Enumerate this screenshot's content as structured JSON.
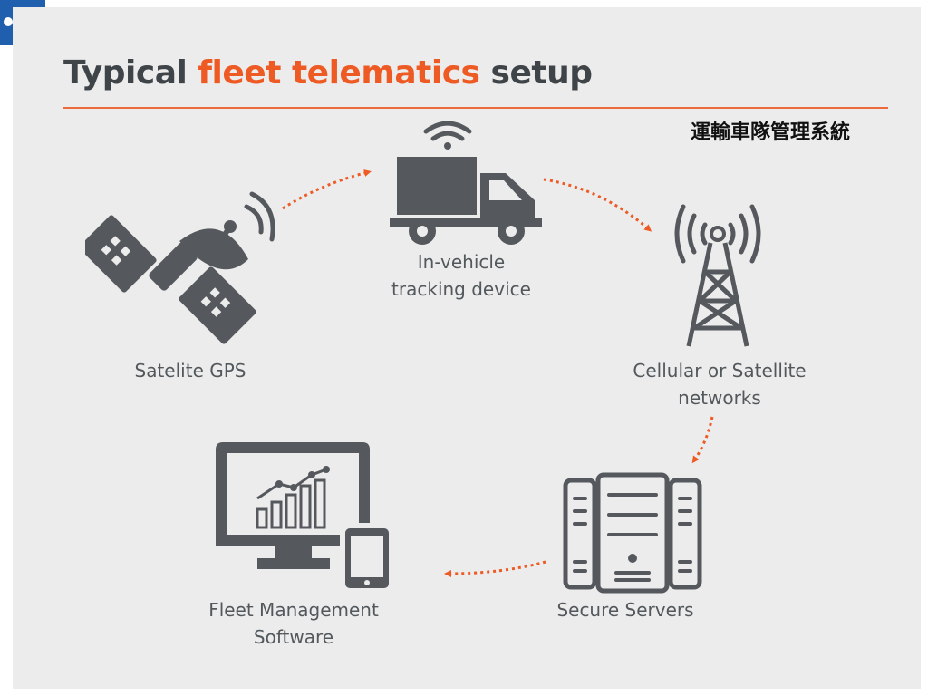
{
  "title": {
    "prefix": "Typical",
    "highlight": "fleet telematics",
    "suffix": "setup"
  },
  "subtitle_cjk": "運輸車隊管理系統",
  "nodes": [
    {
      "id": "gps",
      "lines": [
        "Satelite GPS"
      ],
      "icon": "satellite-icon"
    },
    {
      "id": "vehicle",
      "lines": [
        "In-vehicle",
        "tracking device"
      ],
      "icon": "truck-icon"
    },
    {
      "id": "network",
      "lines": [
        "Cellular or Satellite",
        "networks"
      ],
      "icon": "cell-tower-icon"
    },
    {
      "id": "servers",
      "lines": [
        "Secure Servers"
      ],
      "icon": "server-icon"
    },
    {
      "id": "software",
      "lines": [
        "Fleet Management",
        "Software"
      ],
      "icon": "monitor-tablet-icon"
    }
  ],
  "flow": [
    {
      "from": "gps",
      "to": "vehicle"
    },
    {
      "from": "vehicle",
      "to": "network"
    },
    {
      "from": "network",
      "to": "servers"
    },
    {
      "from": "servers",
      "to": "software"
    }
  ],
  "colors": {
    "accent": "#ee5a24",
    "icon": "#55595d",
    "text": "#3f4448",
    "panel": "#ececec",
    "logo": "#1f5fae"
  }
}
